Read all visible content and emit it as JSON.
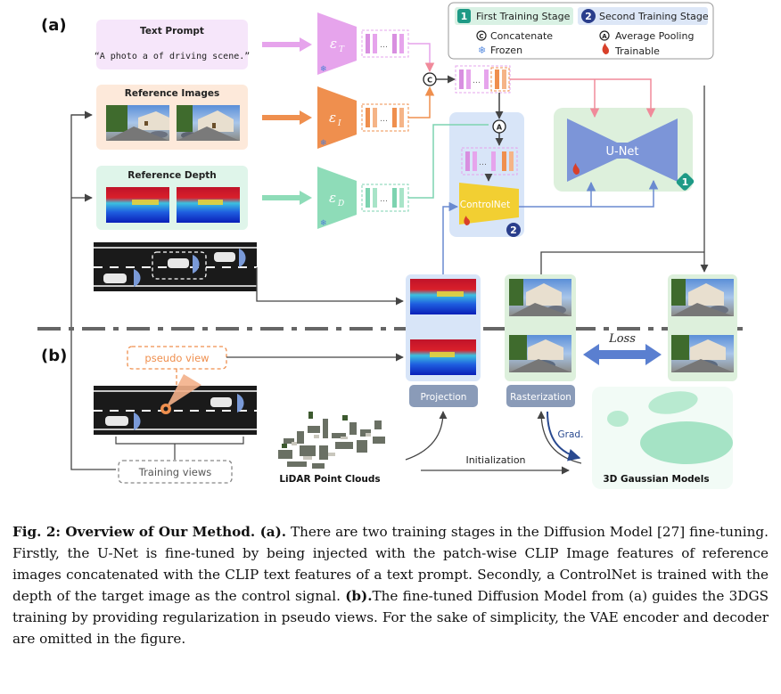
{
  "labels": {
    "a": "(a)",
    "b": "(b)"
  },
  "legend": {
    "first_stage_num": "1",
    "first_stage": "First Training Stage",
    "second_stage_num": "2",
    "second_stage": "Second Training Stage",
    "concatenate_sym": "C",
    "concatenate": "Concatenate",
    "avg_pool_sym": "A",
    "avg_pool": "Average Pooling",
    "frozen": "Frozen",
    "trainable": "Trainable"
  },
  "inputs": {
    "text_prompt_title": "Text Prompt",
    "text_prompt_text": "“A photo a of driving scene.”",
    "ref_images_title": "Reference Images",
    "ref_depth_title": "Reference Depth"
  },
  "encoders": {
    "text": "ε",
    "text_sub": "T",
    "image": "ε",
    "image_sub": "I",
    "depth": "ε",
    "depth_sub": "D"
  },
  "blocks": {
    "unet": "U-Net",
    "controlnet": "ControlNet",
    "unet_badge": "1",
    "controlnet_badge": "2",
    "concat_sym": "C",
    "pool_sym": "A"
  },
  "part_b": {
    "pseudo_view": "pseudo view",
    "training_views": "Training views",
    "lidar": "LiDAR Point Clouds",
    "initialization": "Initialization",
    "gaussians": "3D Gaussian Models",
    "projection": "Projection",
    "rasterization": "Rasterization",
    "loss": "Loss",
    "grad": "Grad."
  },
  "caption": {
    "fig": "Fig. 2: Overview of Our Method. (a).",
    "part1": " There are two training stages in the Diffusion Model [27] fine-tuning. Firstly, the U-Net is fine-tuned by being injected with the patch-wise CLIP Image features of reference images concatenated with the CLIP text features of a text prompt. Secondly, a ControlNet is trained with the depth of the target image as the control signal. ",
    "b": "(b).",
    "part2": "The fine-tuned Diffusion Model from (a) guides the 3DGS training by providing regularization in pseudo views. For the sake of simplicity, the VAE encoder and decoder are omitted in the figure."
  },
  "colors": {
    "text_encoder": "#e6a4ec",
    "image_encoder": "#ef8f4e",
    "depth_encoder": "#8edcb8",
    "unet": "#7c95d8",
    "controlnet": "#f2cf32",
    "stage1": "#1e9a86",
    "stage2": "#2a3e8c"
  }
}
